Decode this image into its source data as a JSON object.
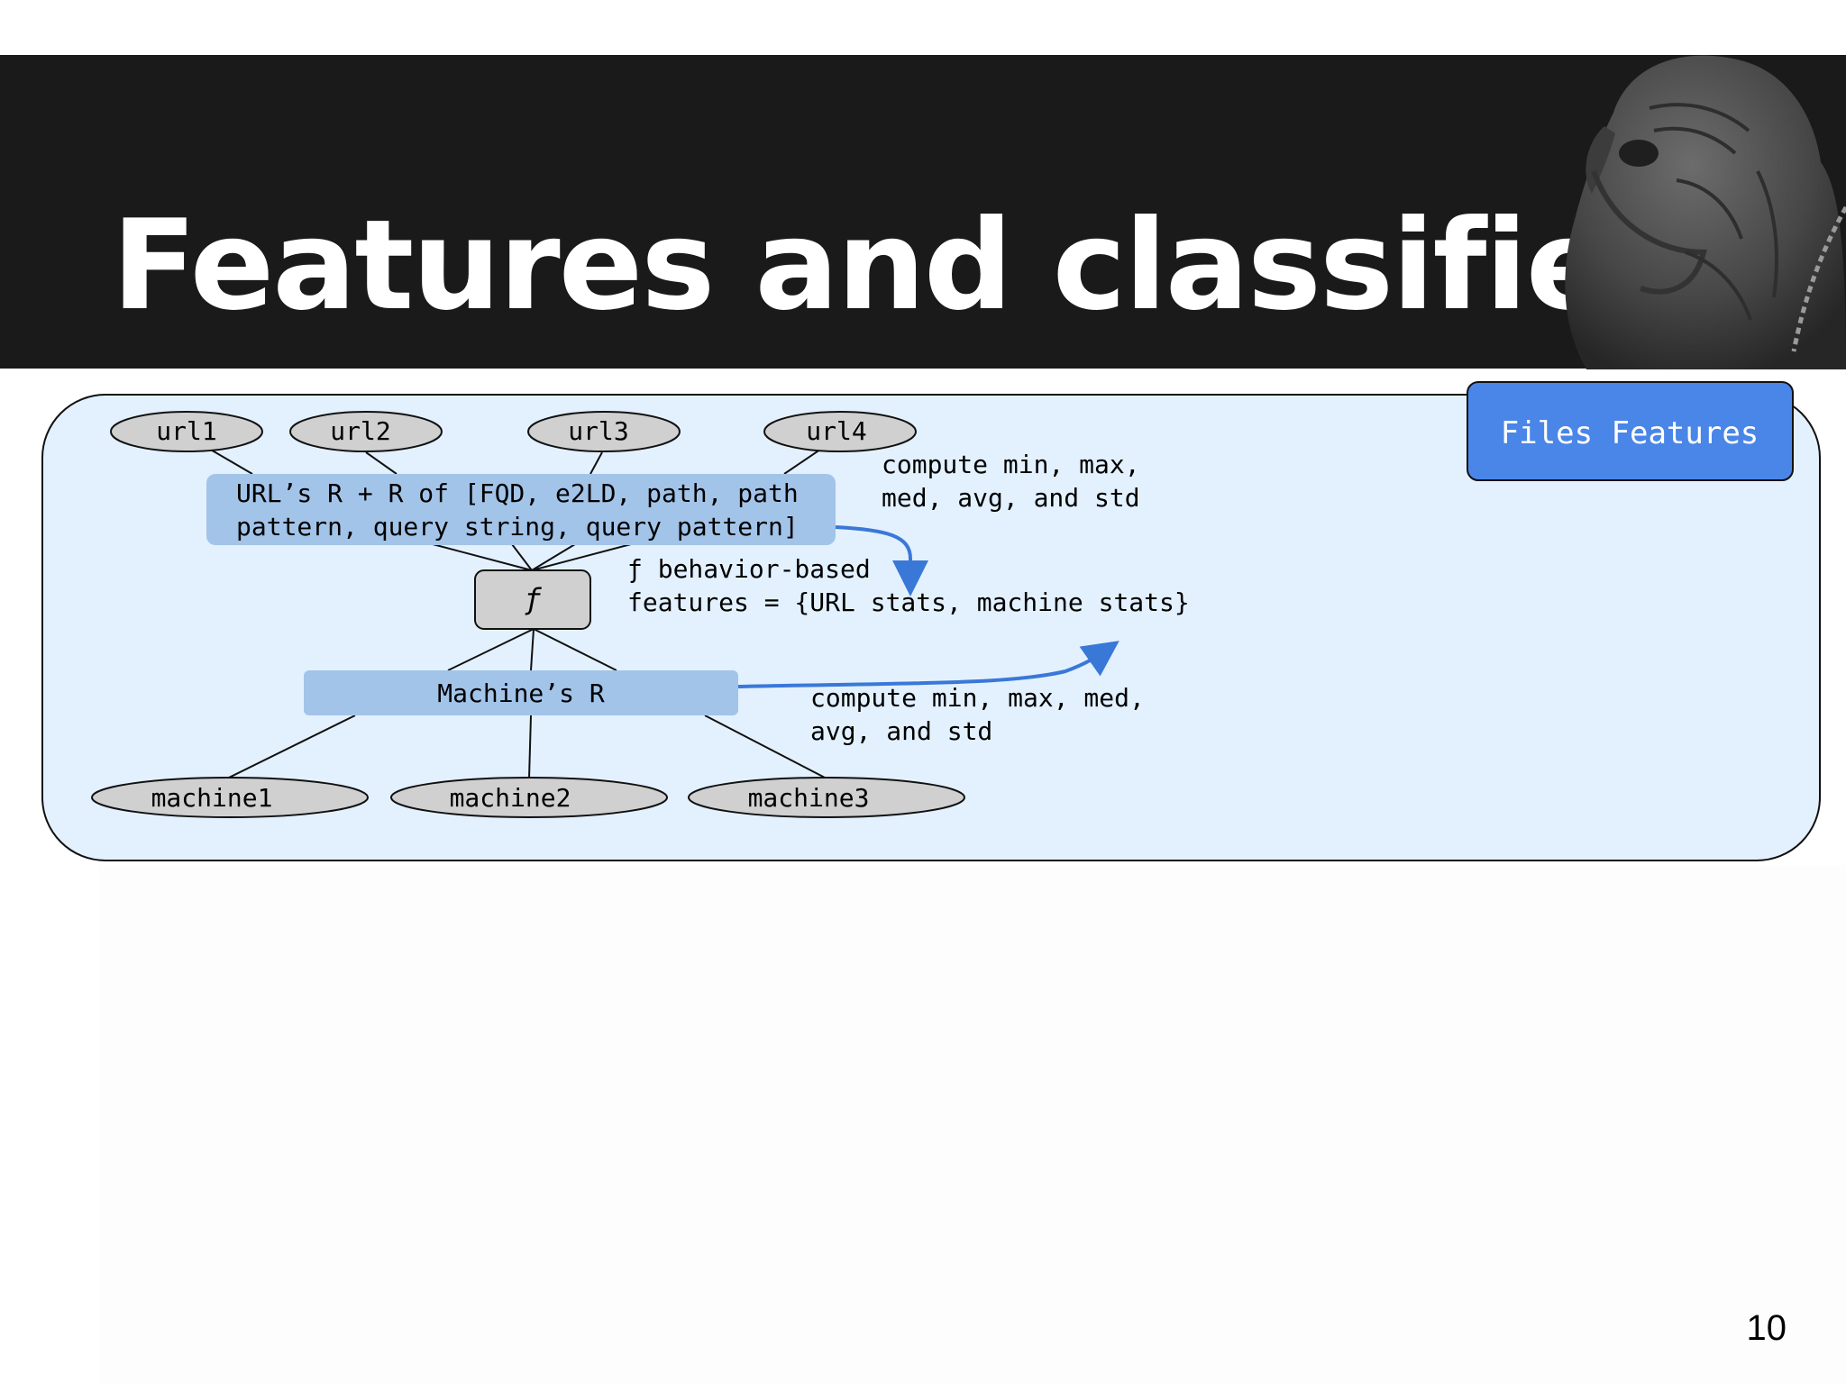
{
  "slide": {
    "title": "Features and classifier",
    "page_number": "10"
  },
  "diagram": {
    "badge": "Files Features",
    "urls": [
      "url1",
      "url2",
      "url3",
      "url4"
    ],
    "url_box": [
      "URL’s R + R of [FQD, e2LD, path, path",
      "pattern, query string, query pattern]"
    ],
    "f_node": "ƒ",
    "machine_box": "Machine’s R",
    "machines": [
      "machine1",
      "machine2",
      "machine3"
    ],
    "url_stats_note": [
      "compute min, max,",
      "med, avg, and std"
    ],
    "features_note": [
      "ƒ behavior-based",
      "features = {URL stats, machine stats}"
    ],
    "machine_stats_note": [
      "compute min, max, med,",
      "avg, and std"
    ]
  },
  "colors": {
    "title_bar": "#1a1a1a",
    "panel_fill": "#e3f1ff",
    "box_fill": "#a3c4e9",
    "node_fill": "#d0d0d0",
    "arrow": "#3a78d8",
    "badge_fill": "#4a86e8"
  },
  "icons": {
    "photo": "dog-photo"
  }
}
